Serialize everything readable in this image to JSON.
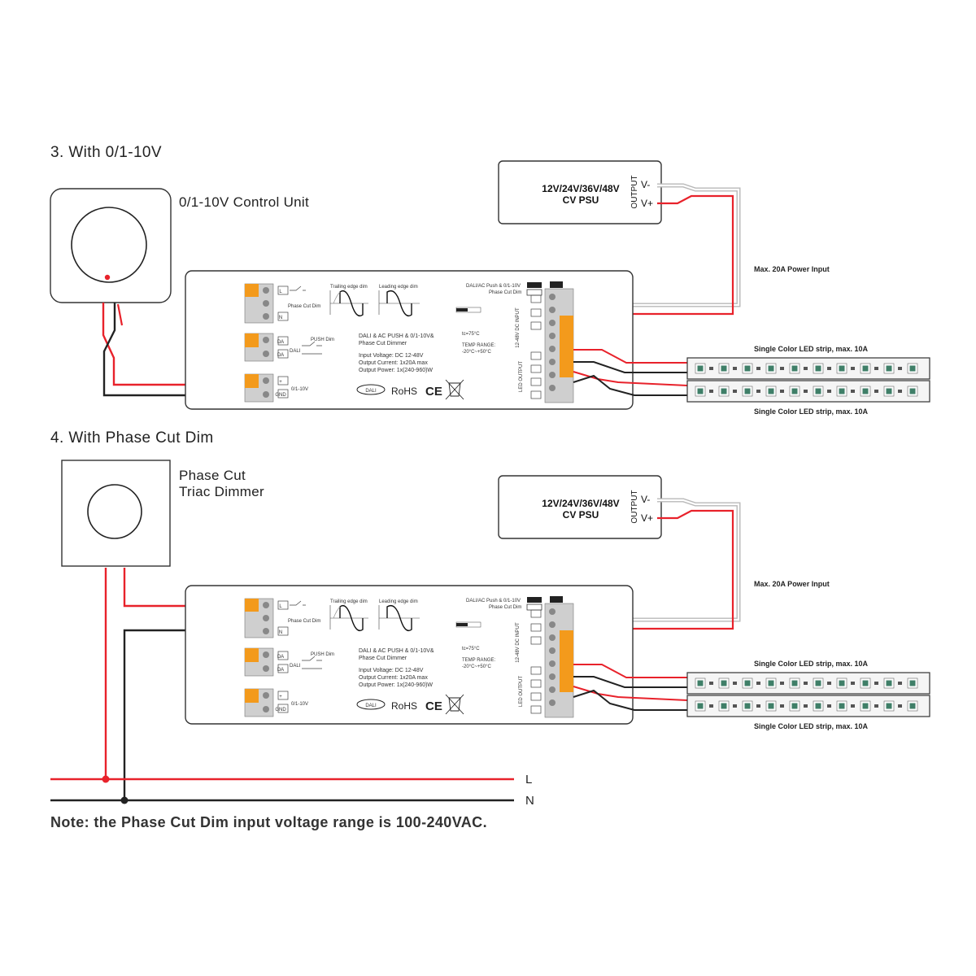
{
  "colors": {
    "live": "#e8222b",
    "neutral": "#222222",
    "wire_gray": "#b8b8b8",
    "terminal_orange": "#f39a1c",
    "terminal_gray": "#cfcfcf",
    "strip_green": "#3f7f68",
    "outline": "#333333"
  },
  "section3": {
    "heading": "3. With 0/1-10V",
    "control_label": "0/1-10V Control Unit"
  },
  "section4": {
    "heading": "4. With Phase Cut Dim",
    "control_label_1": "Phase Cut",
    "control_label_2": "Triac Dimmer"
  },
  "psu": {
    "title_1": "12V/24V/36V/48V",
    "title_2": "CV PSU",
    "output_label": "OUTPUT",
    "v_minus": "V-",
    "v_plus": "V+",
    "power_input_label": "Max. 20A Power Input"
  },
  "led_strip": {
    "label": "Single Color LED strip, max. 10A"
  },
  "dimmer": {
    "term_l": "L",
    "term_n": "N",
    "term_da": "DA",
    "term_dali": "DALI",
    "term_plus": "+",
    "term_gnd": "GND",
    "term_010v": "0/1-10V",
    "phase_cut_dim": "Phase Cut Dim",
    "push_dim": "PUSH Dim",
    "trailing_edge": "Trailing edge dim",
    "leading_edge": "Leading edge dim",
    "product_line_1": "DALI & AC PUSH & 0/1-10V&",
    "product_line_2": "Phase Cut Dimmer",
    "input_voltage": "Input Voltage: DC 12-48V",
    "output_current": "Output Current: 1x20A max",
    "output_power": "Output Power: 1x(240-960)W",
    "switch_label_1": "DALI/AC Push & 0/1-10V",
    "switch_label_2": "Phase Cut Dim",
    "tc": "tc=75°C",
    "temp_range": "TEMP RANGE:",
    "temp_value": "-20°C~+50°C",
    "dc_input": "12-48V DC INPUT",
    "led_output": "LED OUTPUT",
    "dali_logo": "DALI",
    "rohs": "RoHS",
    "ce": "CE"
  },
  "mains": {
    "l_label": "L",
    "n_label": "N"
  },
  "note": "Note: the Phase Cut Dim input voltage range is 100-240VAC."
}
